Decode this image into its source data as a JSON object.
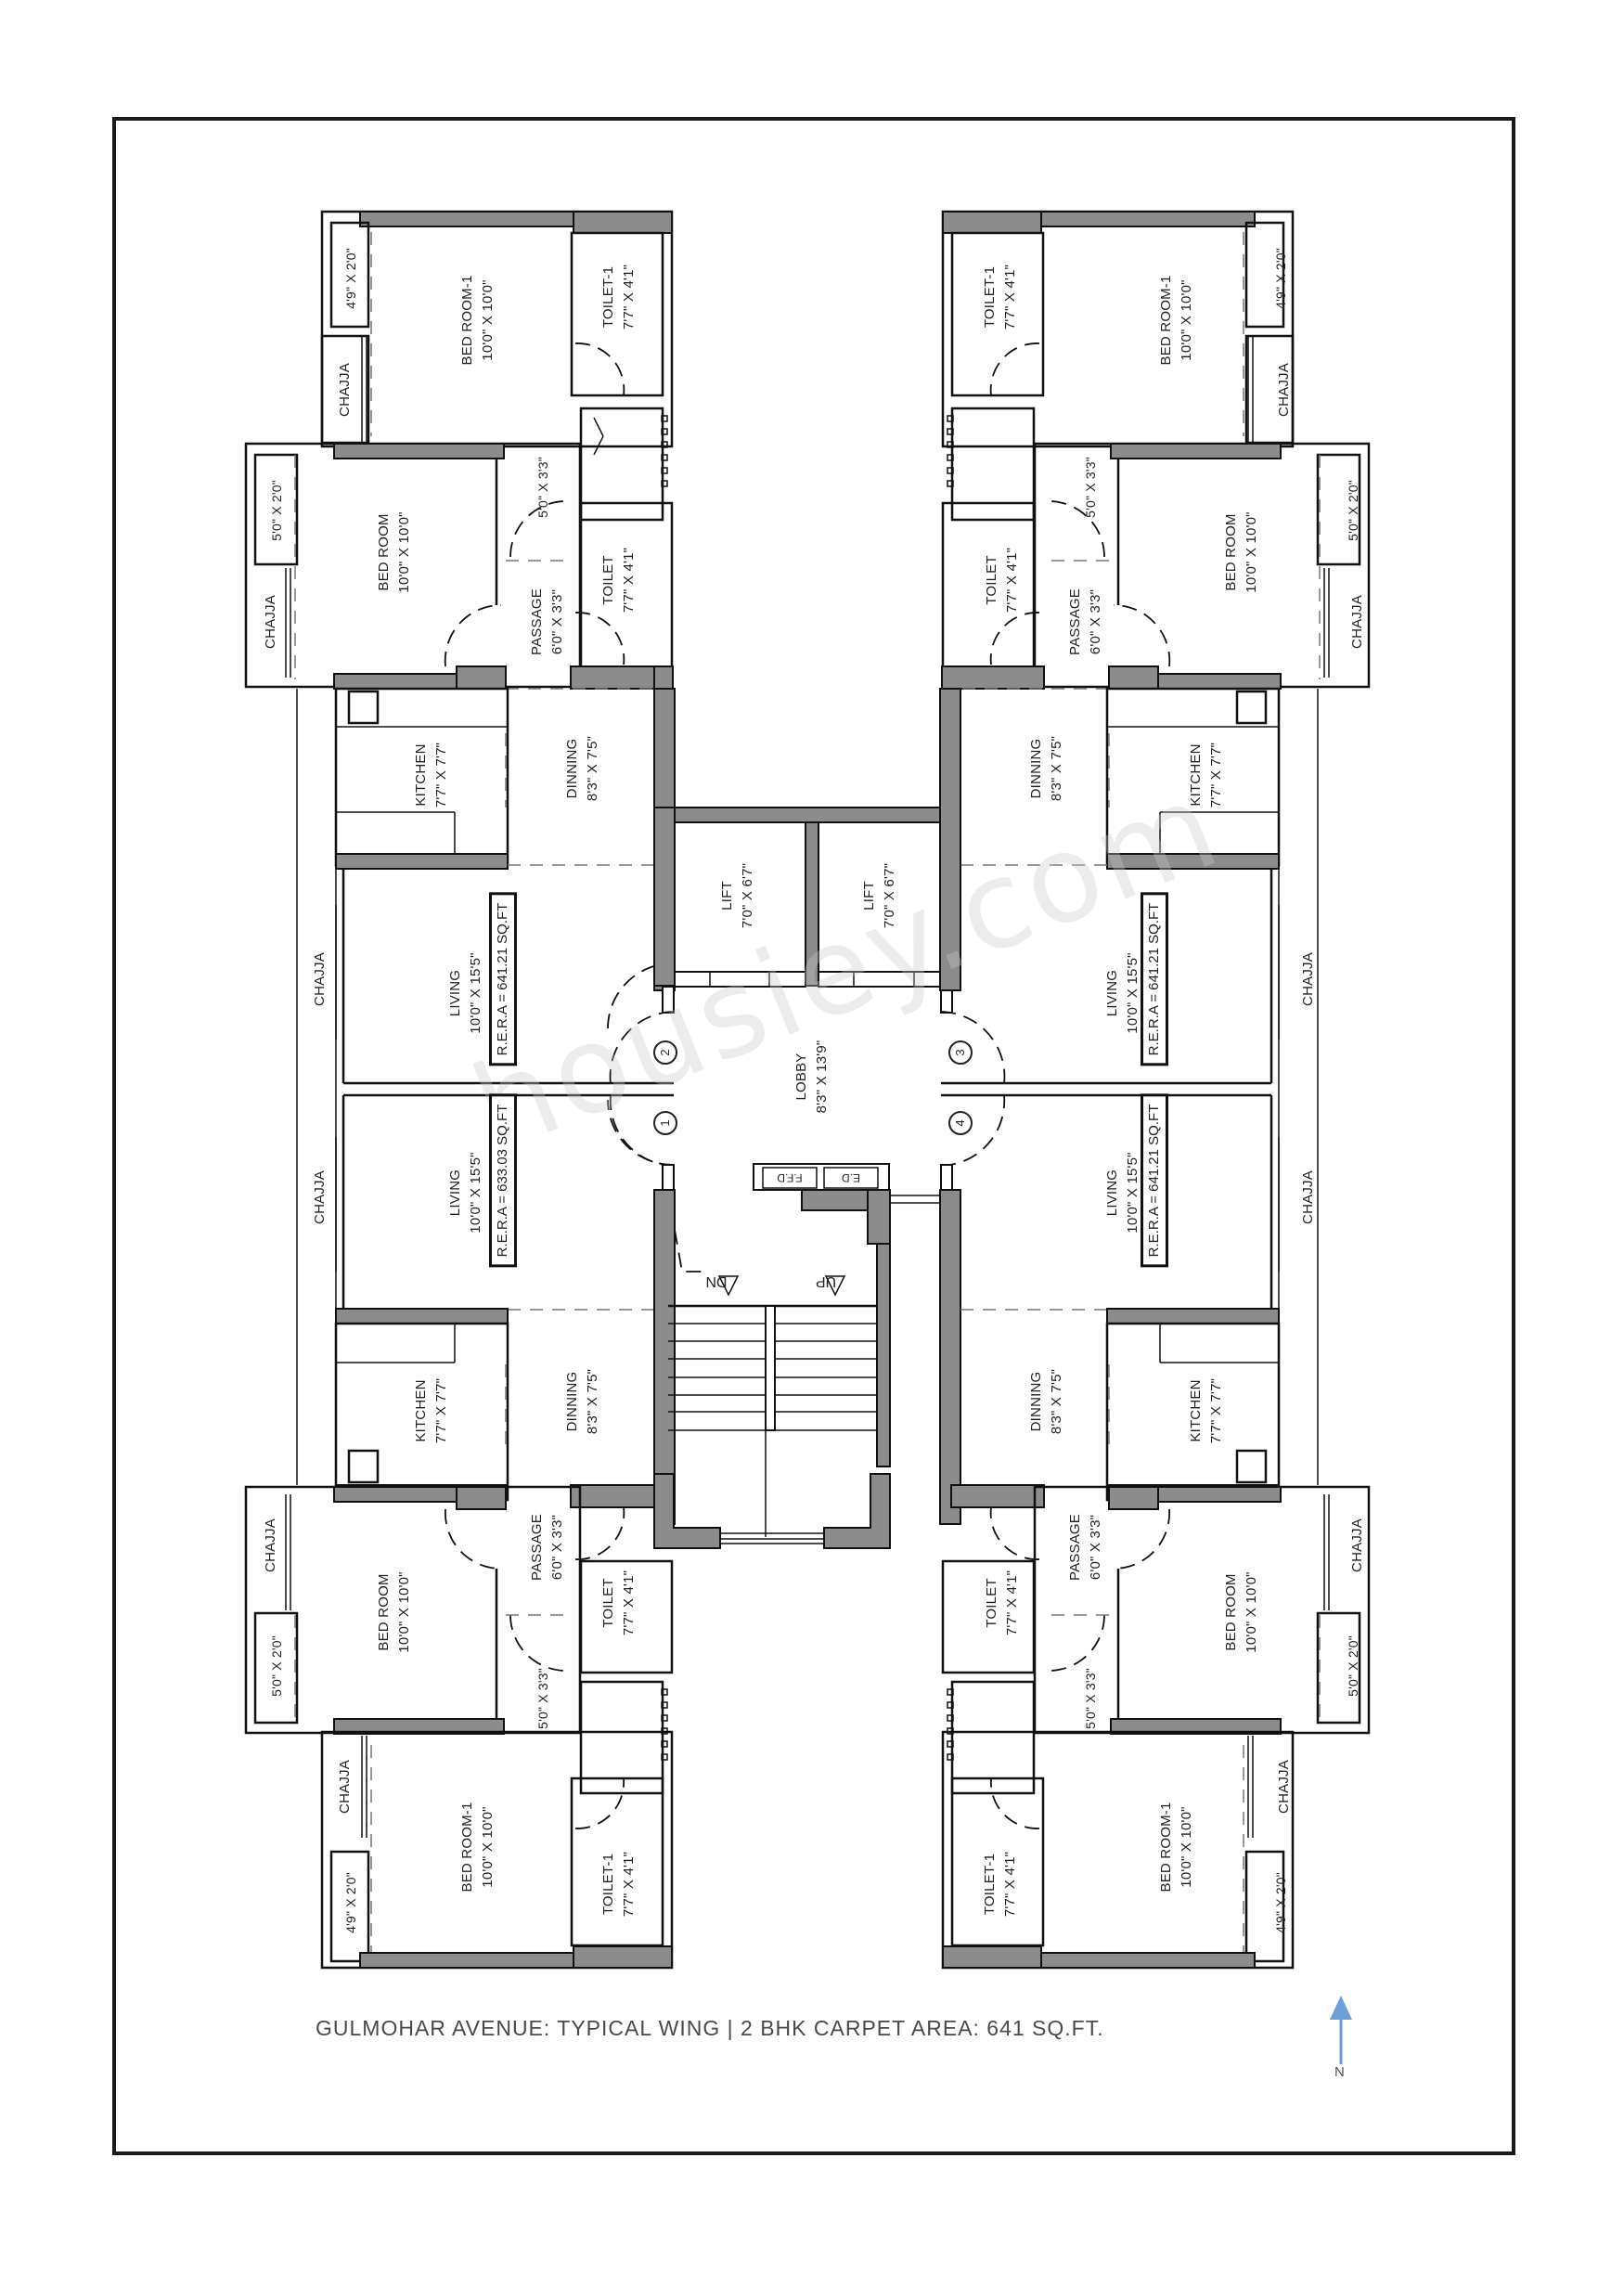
{
  "title": "GULMOHAR AVENUE: TYPICAL WING | 2 BHK CARPET AREA: 641 SQ.FT.",
  "north_label": "N",
  "watermark": "housiey.com",
  "colors": {
    "wall": "#8c8c8c",
    "line": "#111111",
    "north_arrow": "#6f9fd8",
    "title_text": "#4a4a4a"
  },
  "flats": {
    "top_left": {
      "bedroom1": {
        "name": "BED ROOM-1",
        "dim": "10'0\" X 10'0\""
      },
      "bedroom1_ledge": "4'9\" X 2'0\"",
      "chajja1": "CHAJJA",
      "toilet1": {
        "name": "TOILET-1",
        "dim": "7'7\" X 4'1\""
      },
      "bedroom": {
        "name": "BED ROOM",
        "dim": "10'0\" X 10'0\""
      },
      "bedroom_ledge": "5'0\" X 2'0\"",
      "chajja2": "CHAJJA",
      "duct": "5'0\" X 3'3\"",
      "passage": {
        "name": "PASSAGE",
        "dim": "6'0\" X 3'3\""
      },
      "toilet": {
        "name": "TOILET",
        "dim": "7'7\" X 4'1\""
      },
      "kitchen": {
        "name": "KITCHEN",
        "dim": "7'7\" X 7'7\""
      },
      "dining": {
        "name": "DINNING",
        "dim": "8'3\" X 7'5\""
      },
      "living": {
        "name": "LIVING",
        "dim": "10'0\" X 15'5\""
      },
      "rera": "R.E.R.A = 641.21 SQ.FT",
      "chajja3": "CHAJJA",
      "door_no": "2"
    },
    "bottom_left": {
      "living": {
        "name": "LIVING",
        "dim": "10'0\" X 15'5\""
      },
      "rera": "R.E.R.A = 633.03 SQ.FT",
      "chajja3": "CHAJJA",
      "kitchen": {
        "name": "KITCHEN",
        "dim": "7'7\" X 7'7\""
      },
      "dining": {
        "name": "DINNING",
        "dim": "8'3\" X 7'5\""
      },
      "passage": {
        "name": "PASSAGE",
        "dim": "6'0\" X 3'3\""
      },
      "bedroom": {
        "name": "BED ROOM",
        "dim": "10'0\" X 10'0\""
      },
      "bedroom_ledge": "5'0\" X 2'0\"",
      "chajja2": "CHAJJA",
      "toilet": {
        "name": "TOILET",
        "dim": "7'7\" X 4'1\""
      },
      "duct": "5'0\" X 3'3\"",
      "bedroom1": {
        "name": "BED ROOM-1",
        "dim": "10'0\" X 10'0\""
      },
      "bedroom1_ledge": "4'9\" X 2'0\"",
      "chajja1": "CHAJJA",
      "toilet1": {
        "name": "TOILET-1",
        "dim": "7'7\" X 4'1\""
      },
      "door_no": "1"
    },
    "top_right": {
      "bedroom1": {
        "name": "BED ROOM-1",
        "dim": "10'0\" X 10'0\""
      },
      "bedroom1_ledge": "4'9\" X 2'0\"",
      "chajja1": "CHAJJA",
      "toilet1": {
        "name": "TOILET-1",
        "dim": "7'7\" X 4'1\""
      },
      "bedroom": {
        "name": "BED ROOM",
        "dim": "10'0\" X 10'0\""
      },
      "bedroom_ledge": "5'0\" X 2'0\"",
      "chajja2": "CHAJJA",
      "duct": "5'0\" X 3'3\"",
      "passage": {
        "name": "PASSAGE",
        "dim": "6'0\" X 3'3\""
      },
      "toilet": {
        "name": "TOILET",
        "dim": "7'7\" X 4'1\""
      },
      "kitchen": {
        "name": "KITCHEN",
        "dim": "7'7\" X 7'7\""
      },
      "dining": {
        "name": "DINNING",
        "dim": "8'3\" X 7'5\""
      },
      "living": {
        "name": "LIVING",
        "dim": "10'0\" X 15'5\""
      },
      "rera": "R.E.R.A = 641.21 SQ.FT",
      "chajja3": "CHAJJA",
      "door_no": "3"
    },
    "bottom_right": {
      "living": {
        "name": "LIVING",
        "dim": "10'0\" X 15'5\""
      },
      "rera": "R.E.R.A = 641.21 SQ.FT",
      "chajja3": "CHAJJA",
      "kitchen": {
        "name": "KITCHEN",
        "dim": "7'7\" X 7'7\""
      },
      "dining": {
        "name": "DINNING",
        "dim": "8'3\" X 7'5\""
      },
      "passage": {
        "name": "PASSAGE",
        "dim": "6'0\" X 3'3\""
      },
      "bedroom": {
        "name": "BED ROOM",
        "dim": "10'0\" X 10'0\""
      },
      "bedroom_ledge": "5'0\" X 2'0\"",
      "chajja2": "CHAJJA",
      "toilet": {
        "name": "TOILET",
        "dim": "7'7\" X 4'1\""
      },
      "duct": "5'0\" X 3'3\"",
      "bedroom1": {
        "name": "BED ROOM-1",
        "dim": "10'0\" X 10'0\""
      },
      "bedroom1_ledge": "4'9\" X 2'0\"",
      "chajja1": "CHAJJA",
      "toilet1": {
        "name": "TOILET-1",
        "dim": "7'7\" X 4'1\""
      },
      "door_no": "4"
    }
  },
  "core": {
    "lift_left": {
      "name": "LIFT",
      "dim": "7'0\" X 6'7\""
    },
    "lift_right": {
      "name": "LIFT",
      "dim": "7'0\" X 6'7\""
    },
    "lobby": {
      "name": "LOBBY",
      "dim": "8'3\" X 13'9\""
    },
    "ffd": "F.F.D",
    "ed": "E.D",
    "stair_dn": "DN",
    "stair_up": "UP"
  }
}
